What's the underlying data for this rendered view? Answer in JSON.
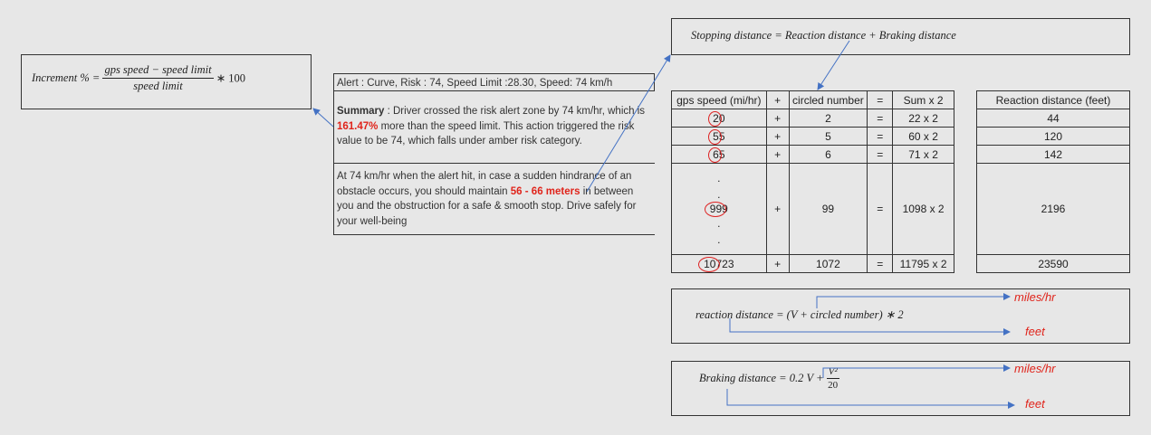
{
  "increment_formula": {
    "lhs": "Increment % =",
    "numerator": "gps speed − speed limit",
    "denominator": "speed limit",
    "multiplier": "∗ 100"
  },
  "alert": {
    "header": "Alert : Curve, Risk : 74, Speed Limit :28.30, Speed: 74 km/h",
    "summary_label": "Summary",
    "summary_part1": " : Driver crossed the risk alert zone by 74 km/hr, which is ",
    "summary_percent": "161.47%",
    "summary_part2": " more than the speed limit. This action triggered the risk value to be 74, which falls under amber risk category.",
    "advice_part1": "At 74 km/hr when the alert hit, in case a sudden hindrance of an obstacle occurs, you should maintain ",
    "advice_distance": "56 - 66 meters",
    "advice_part2": " in between you and the obstruction for a safe & smooth stop. Drive safely for your well-being"
  },
  "stopping_formula": "Stopping distance = Reaction distance + Braking distance",
  "table": {
    "headers": [
      "gps speed (mi/hr)",
      "+",
      "circled number",
      "=",
      "Sum x 2"
    ],
    "rows": [
      {
        "prefix": "",
        "circled": "2",
        "suffix": "0",
        "plus": "+",
        "number": "2",
        "eq": "=",
        "sum": "22 x 2"
      },
      {
        "prefix": "",
        "circled": "5",
        "suffix": "5",
        "plus": "+",
        "number": "5",
        "eq": "=",
        "sum": "60 x 2"
      },
      {
        "prefix": "",
        "circled": "6",
        "suffix": "5",
        "plus": "+",
        "number": "6",
        "eq": "=",
        "sum": "71 x 2"
      },
      {
        "prefix": "",
        "circled": "99",
        "suffix": "9",
        "plus": "+",
        "number": "99",
        "eq": "=",
        "sum": "1098 x 2"
      },
      {
        "prefix": "",
        "circled": "1072",
        "suffix": "3",
        "plus": "+",
        "number": "1072",
        "eq": "=",
        "sum": "11795 x 2"
      }
    ],
    "dot": "."
  },
  "reaction_table": {
    "header": "Reaction distance (feet)",
    "values": [
      "44",
      "120",
      "142",
      "2196",
      "23590"
    ]
  },
  "reaction_formula": {
    "text": "reaction distance = (V + circled number) ∗ 2",
    "unit_top": "miles/hr",
    "unit_bottom": "feet"
  },
  "braking_formula": {
    "lhs": "Braking distance = 0.2 V +",
    "numerator": "V²",
    "denominator": "20",
    "unit_top": "miles/hr",
    "unit_bottom": "feet"
  },
  "colors": {
    "arrow": "#4472c4",
    "highlight": "#e0241b",
    "circle": "#d22222"
  }
}
